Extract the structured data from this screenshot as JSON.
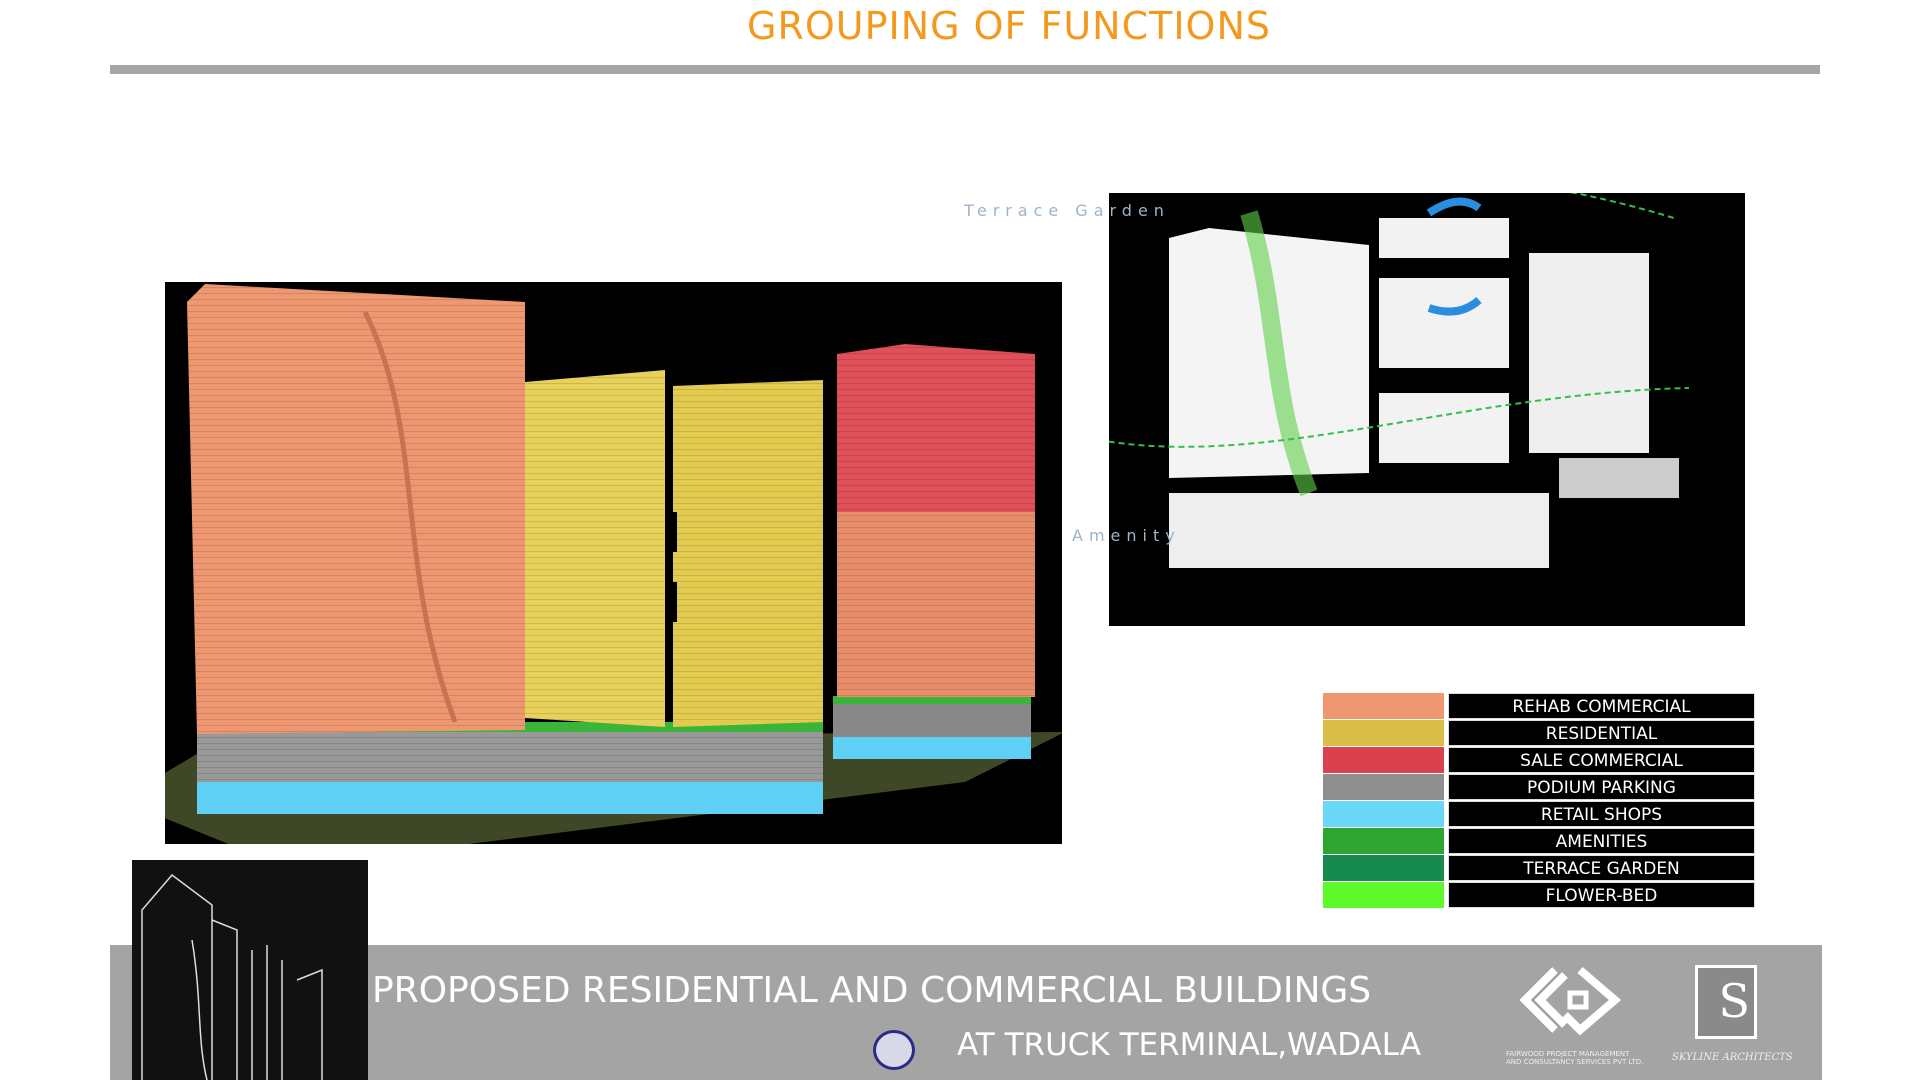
{
  "header": {
    "title": "GROUPING OF FUNCTIONS"
  },
  "render_labels": {
    "terrace": "Terrace Garden",
    "amenity": "Amenity"
  },
  "legend": [
    {
      "label": "REHAB COMMERCIAL",
      "color": "#ef9770"
    },
    {
      "label": "RESIDENTIAL",
      "color": "#d9bf47"
    },
    {
      "label": "SALE COMMERCIAL",
      "color": "#d9414e"
    },
    {
      "label": "PODIUM PARKING",
      "color": "#8f8f8f"
    },
    {
      "label": "RETAIL SHOPS",
      "color": "#6ad6f8"
    },
    {
      "label": "AMENITIES",
      "color": "#2fa531"
    },
    {
      "label": "TERRACE GARDEN",
      "color": "#178b4f"
    },
    {
      "label": "FLOWER-BED",
      "color": "#5ff82a"
    }
  ],
  "footer": {
    "line1": "PROPOSED RESIDENTIAL AND COMMERCIAL BUILDINGS",
    "line2": "AT TRUCK TERMINAL,WADALA",
    "logo1_text": "FAIRWOOD PROJECT MANAGEMENT AND CONSULTANCY SERVICES PVT LTD.",
    "logo2_text": "SKYLINE ARCHITECTS"
  }
}
